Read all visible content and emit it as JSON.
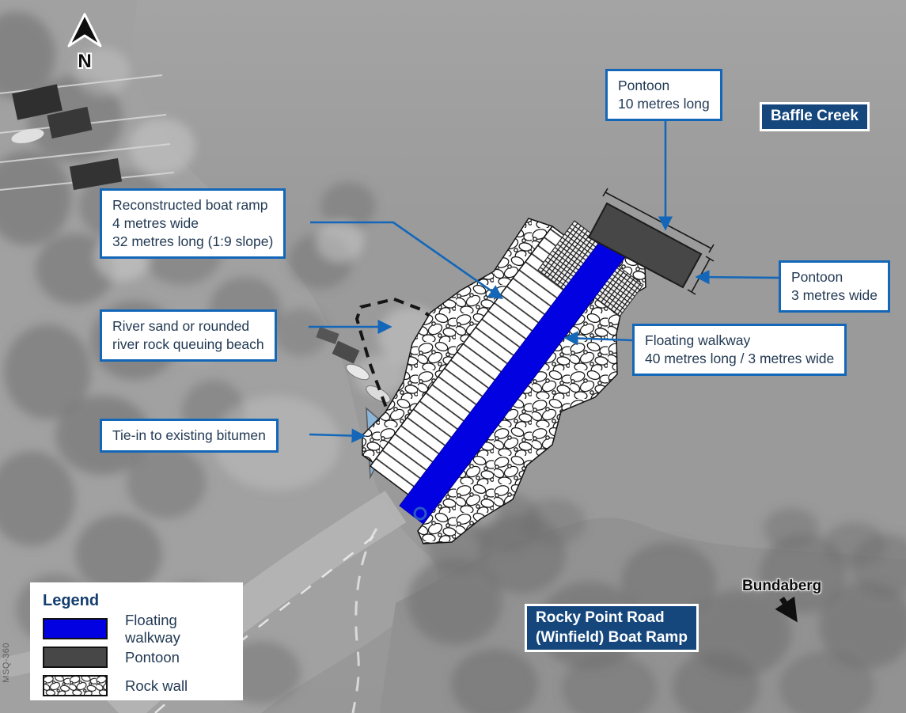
{
  "compass": {
    "label": "N"
  },
  "watermark": "MSQ-360",
  "place_labels": {
    "baffle_creek": "Baffle Creek",
    "bundaberg": "Bundaberg"
  },
  "title_box": {
    "line1": "Rocky Point Road",
    "line2": "(Winfield) Boat Ramp"
  },
  "callouts": {
    "pontoon_long": {
      "line1": "Pontoon",
      "line2": "10 metres long"
    },
    "pontoon_wide": {
      "line1": "Pontoon",
      "line2": "3 metres wide"
    },
    "boat_ramp": {
      "line1": "Reconstructed boat ramp",
      "line2": "4 metres wide",
      "line3": "32 metres long (1:9 slope)"
    },
    "queuing_beach": {
      "line1": "River sand or rounded",
      "line2": "river rock queuing beach"
    },
    "tie_in": {
      "line1": "Tie-in to existing bitumen"
    },
    "floating_walkway": {
      "line1": "Floating walkway",
      "line2": "40 metres long / 3 metres wide"
    }
  },
  "legend": {
    "title": "Legend",
    "items": [
      {
        "label": "Floating walkway"
      },
      {
        "label": "Pontoon"
      },
      {
        "label": "Rock wall"
      }
    ]
  },
  "colors": {
    "callout_border": "#1467b8",
    "navy": "#15477d",
    "walkway_blue": "#0101e2",
    "pontoon_grey": "#474747",
    "tiein_blue": "#8cb5da",
    "text_dark": "#233a54"
  }
}
